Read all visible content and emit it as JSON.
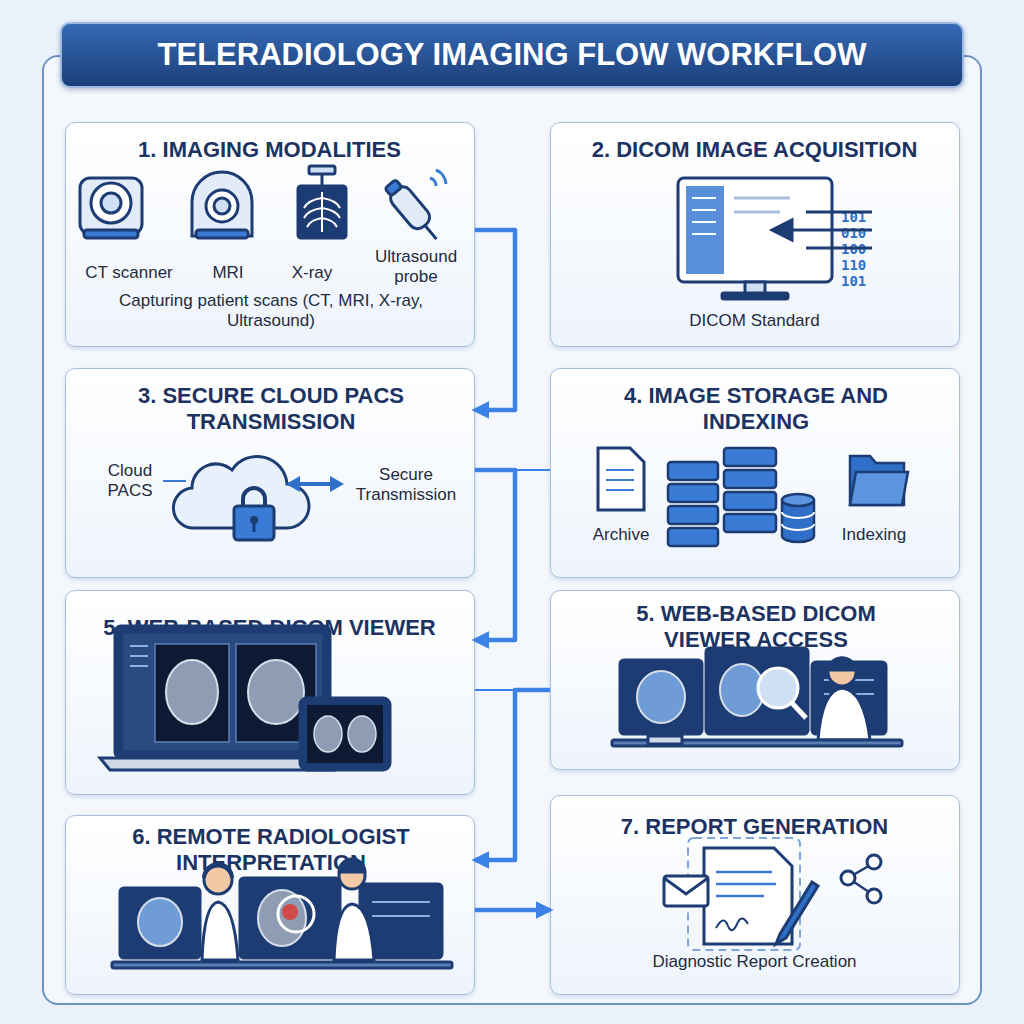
{
  "diagram": {
    "title": "TELERADIOLOGY IMAGING FLOW WORKFLOW",
    "nodes": [
      {
        "text": [
          "1. IMAGING MODALITIES",
          "CT scanner",
          "MRI",
          "X-ray",
          "Ultrasound probe",
          "Capturing patient scans (CT, MRI, X-ray, Ultrasound)"
        ]
      },
      {
        "text": [
          "2. DICOM IMAGE ACQUISITION",
          "101 010 100 110 101",
          "DICOM Standard"
        ]
      },
      {
        "text": [
          "3. SECURE CLOUD PACS TRANSMISSION",
          "Cloud PACS",
          "Secure Transmission"
        ]
      },
      {
        "text": [
          "4. IMAGE STORAGE AND INDEXING",
          "Archive",
          "Indexing"
        ]
      },
      {
        "text": [
          "5. WEB-BASED DICOM VIEWER"
        ]
      },
      {
        "text": [
          "5. WEB-BASED DICOM VIEWER ACCESS"
        ]
      },
      {
        "text": [
          "6. REMOTE RADIOLOGIST INTERPRETATION"
        ]
      },
      {
        "text": [
          "7. REPORT GENERATION",
          "Diagnostic Report Creation"
        ]
      }
    ],
    "edges": [
      {
        "from": 0,
        "to": 2,
        "arrow": "to"
      },
      {
        "from": 2,
        "to": 3,
        "arrow": "none"
      },
      {
        "from": 2,
        "to": 4,
        "arrow": "to"
      },
      {
        "from": 4,
        "to": 5,
        "arrow": "none"
      },
      {
        "from": 5,
        "to": 6,
        "arrow": "to"
      },
      {
        "from": 6,
        "to": 7,
        "arrow": "to"
      }
    ]
  }
}
